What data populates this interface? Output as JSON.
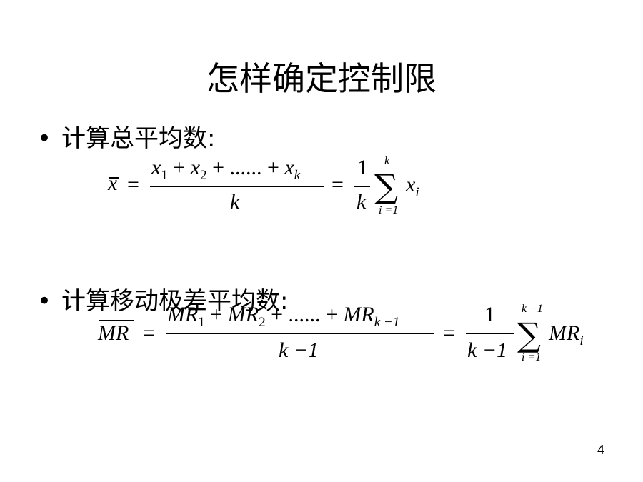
{
  "slide": {
    "title": "怎样确定控制限",
    "bullets": [
      {
        "dot": "•",
        "text": "计算总平均数:"
      },
      {
        "dot": "•",
        "text": "计算移动极差平均数:"
      }
    ],
    "page_number": "4"
  },
  "formula1": {
    "lhs": "x",
    "eq": "=",
    "num_x1": "x",
    "num_s1": "1",
    "num_plus1": "+",
    "num_x2": "x",
    "num_s2": "2",
    "num_plus2": "+ ...... +",
    "num_xk": "x",
    "num_sk": "k",
    "den": "k",
    "eq2": "=",
    "frac_num": "1",
    "frac_den": "k",
    "sum_top": "k",
    "sigma": "∑",
    "sum_bottom": "i =1",
    "term": "x",
    "term_sub": "i"
  },
  "formula2": {
    "lhs": "MR",
    "eq": "=",
    "num_mr1": "MR",
    "num_s1": "1",
    "num_plus1": "+",
    "num_mr2": "MR",
    "num_s2": "2",
    "num_plus2": "+ ...... +",
    "num_mrk": "MR",
    "num_sk": "k −1",
    "den": "k −1",
    "eq2": "=",
    "frac_num": "1",
    "frac_den": "k −1",
    "sum_top": "k −1",
    "sigma": "∑",
    "sum_bottom": "i =1",
    "term": "MR",
    "term_sub": "i"
  }
}
